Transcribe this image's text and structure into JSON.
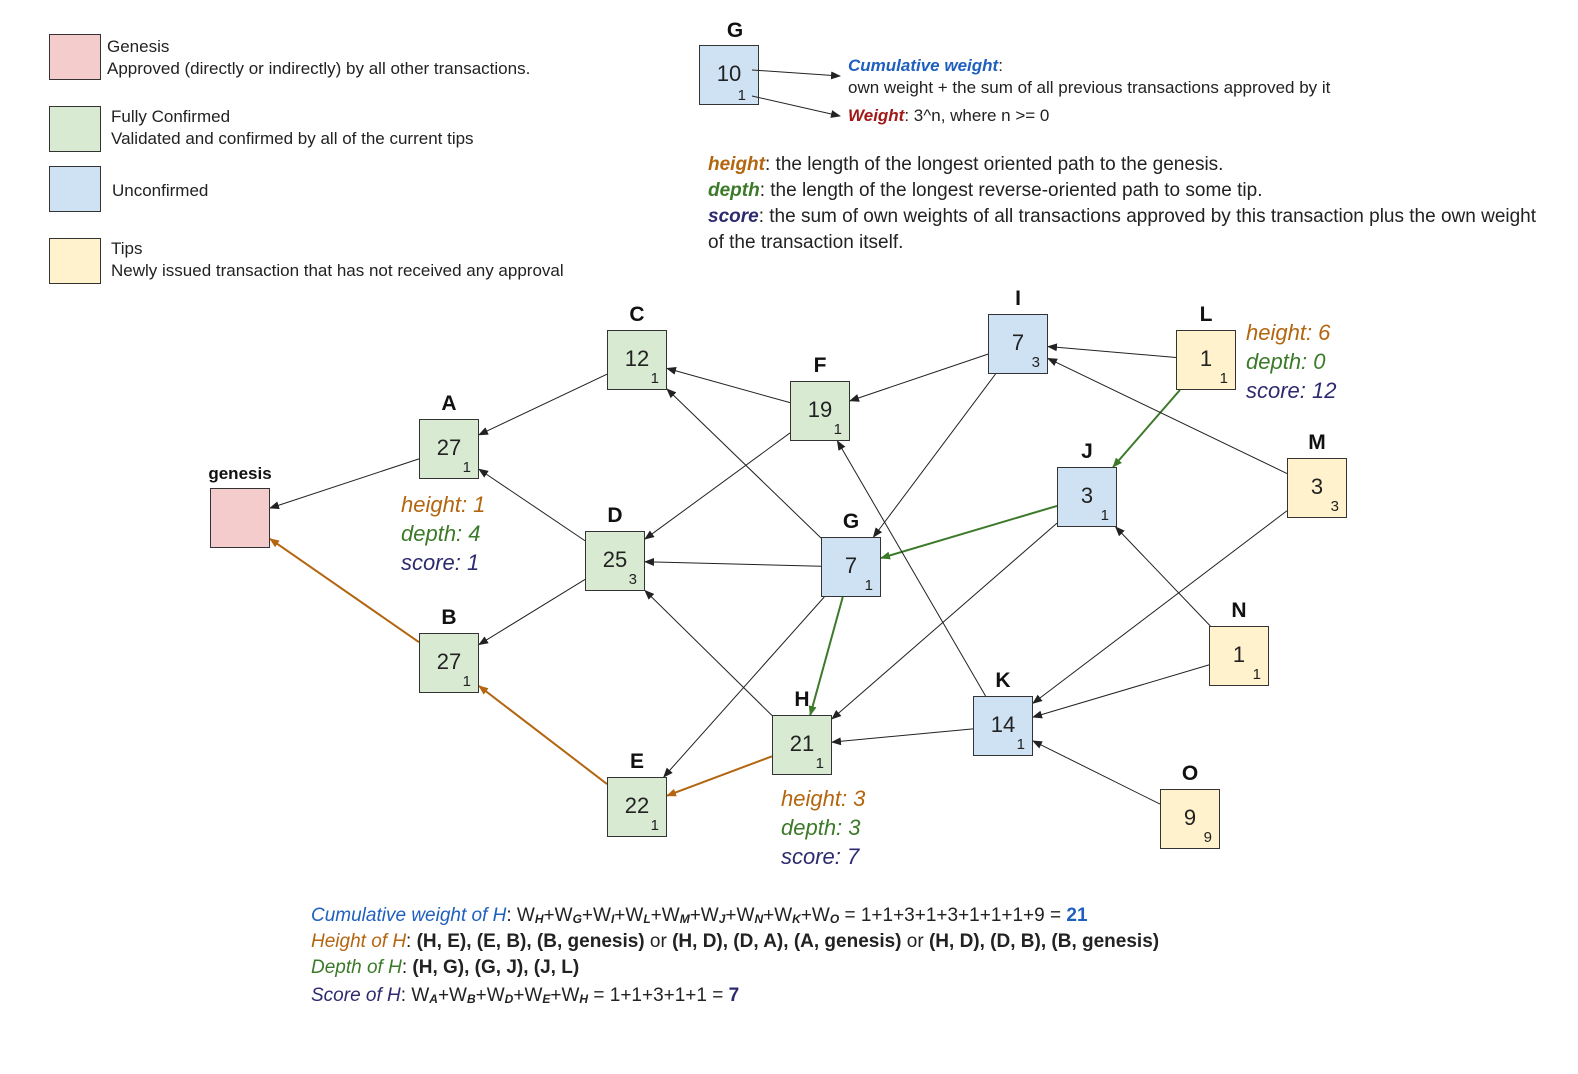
{
  "legend": [
    {
      "title": "Genesis",
      "desc": "Approved (directly or indirectly) by all other transactions.",
      "color": "#f4cccc"
    },
    {
      "title": "Fully Confirmed",
      "desc": "Validated and confirmed by all of the current tips",
      "color": "#d9ead3"
    },
    {
      "title": "Unconfirmed",
      "desc": "",
      "color": "#cfe2f3"
    },
    {
      "title": "Tips",
      "desc": "Newly issued transaction that has not received any approval",
      "color": "#fff2cc"
    }
  ],
  "key": {
    "node": {
      "label": "G",
      "cumulative": "10",
      "own": "1"
    },
    "cumulative_term": "Cumulative weight",
    "cumulative_sep": ":",
    "cumulative_desc": "own weight + the sum of all previous transactions approved by it",
    "weight_term": "Weight",
    "weight_desc": ": 3^n, where n >= 0"
  },
  "definitions": {
    "height_term": "height",
    "height_desc": ": the length of the longest oriented path to the genesis.",
    "depth_term": "depth",
    "depth_desc": ": the length of the longest reverse-oriented path to some tip.",
    "score_term": "score",
    "score_desc": ": the sum of own weights of all transactions approved by this transaction plus the own weight of the transaction itself."
  },
  "nodes": {
    "genesis": {
      "label": "genesis",
      "cumulative": "",
      "own": ""
    },
    "A": {
      "label": "A",
      "cumulative": "27",
      "own": "1"
    },
    "B": {
      "label": "B",
      "cumulative": "27",
      "own": "1"
    },
    "C": {
      "label": "C",
      "cumulative": "12",
      "own": "1"
    },
    "D": {
      "label": "D",
      "cumulative": "25",
      "own": "3"
    },
    "E": {
      "label": "E",
      "cumulative": "22",
      "own": "1"
    },
    "F": {
      "label": "F",
      "cumulative": "19",
      "own": "1"
    },
    "G": {
      "label": "G",
      "cumulative": "7",
      "own": "1"
    },
    "H": {
      "label": "H",
      "cumulative": "21",
      "own": "1"
    },
    "I": {
      "label": "I",
      "cumulative": "7",
      "own": "3"
    },
    "J": {
      "label": "J",
      "cumulative": "3",
      "own": "1"
    },
    "K": {
      "label": "K",
      "cumulative": "14",
      "own": "1"
    },
    "L": {
      "label": "L",
      "cumulative": "1",
      "own": "1"
    },
    "M": {
      "label": "M",
      "cumulative": "3",
      "own": "3"
    },
    "N": {
      "label": "N",
      "cumulative": "1",
      "own": "1"
    },
    "O": {
      "label": "O",
      "cumulative": "9",
      "own": "9"
    }
  },
  "annotations": {
    "A": {
      "height": "height: 1",
      "depth": "depth: 4",
      "score": "score: 1"
    },
    "H": {
      "height": "height: 3",
      "depth": "depth: 3",
      "score": "score: 7"
    },
    "L": {
      "height": "height: 6",
      "depth": "depth: 0",
      "score": "score: 12"
    }
  },
  "formulas": {
    "cumulative_label": "Cumulative weight of H",
    "cumulative_result": "21",
    "height_label": "Height of H",
    "depth_label": "Depth of H",
    "depth_body": "(H, G), (G, J), (J, L)",
    "score_label": "Score of H",
    "score_result": "7"
  },
  "colors": {
    "genesis": "#f4cccc",
    "confirmed": "#d9ead3",
    "unconfirmed": "#cfe2f3",
    "tip": "#fff2cc",
    "height_path": "#b4650f",
    "depth_path": "#3c7a2a",
    "edge": "#222222"
  }
}
